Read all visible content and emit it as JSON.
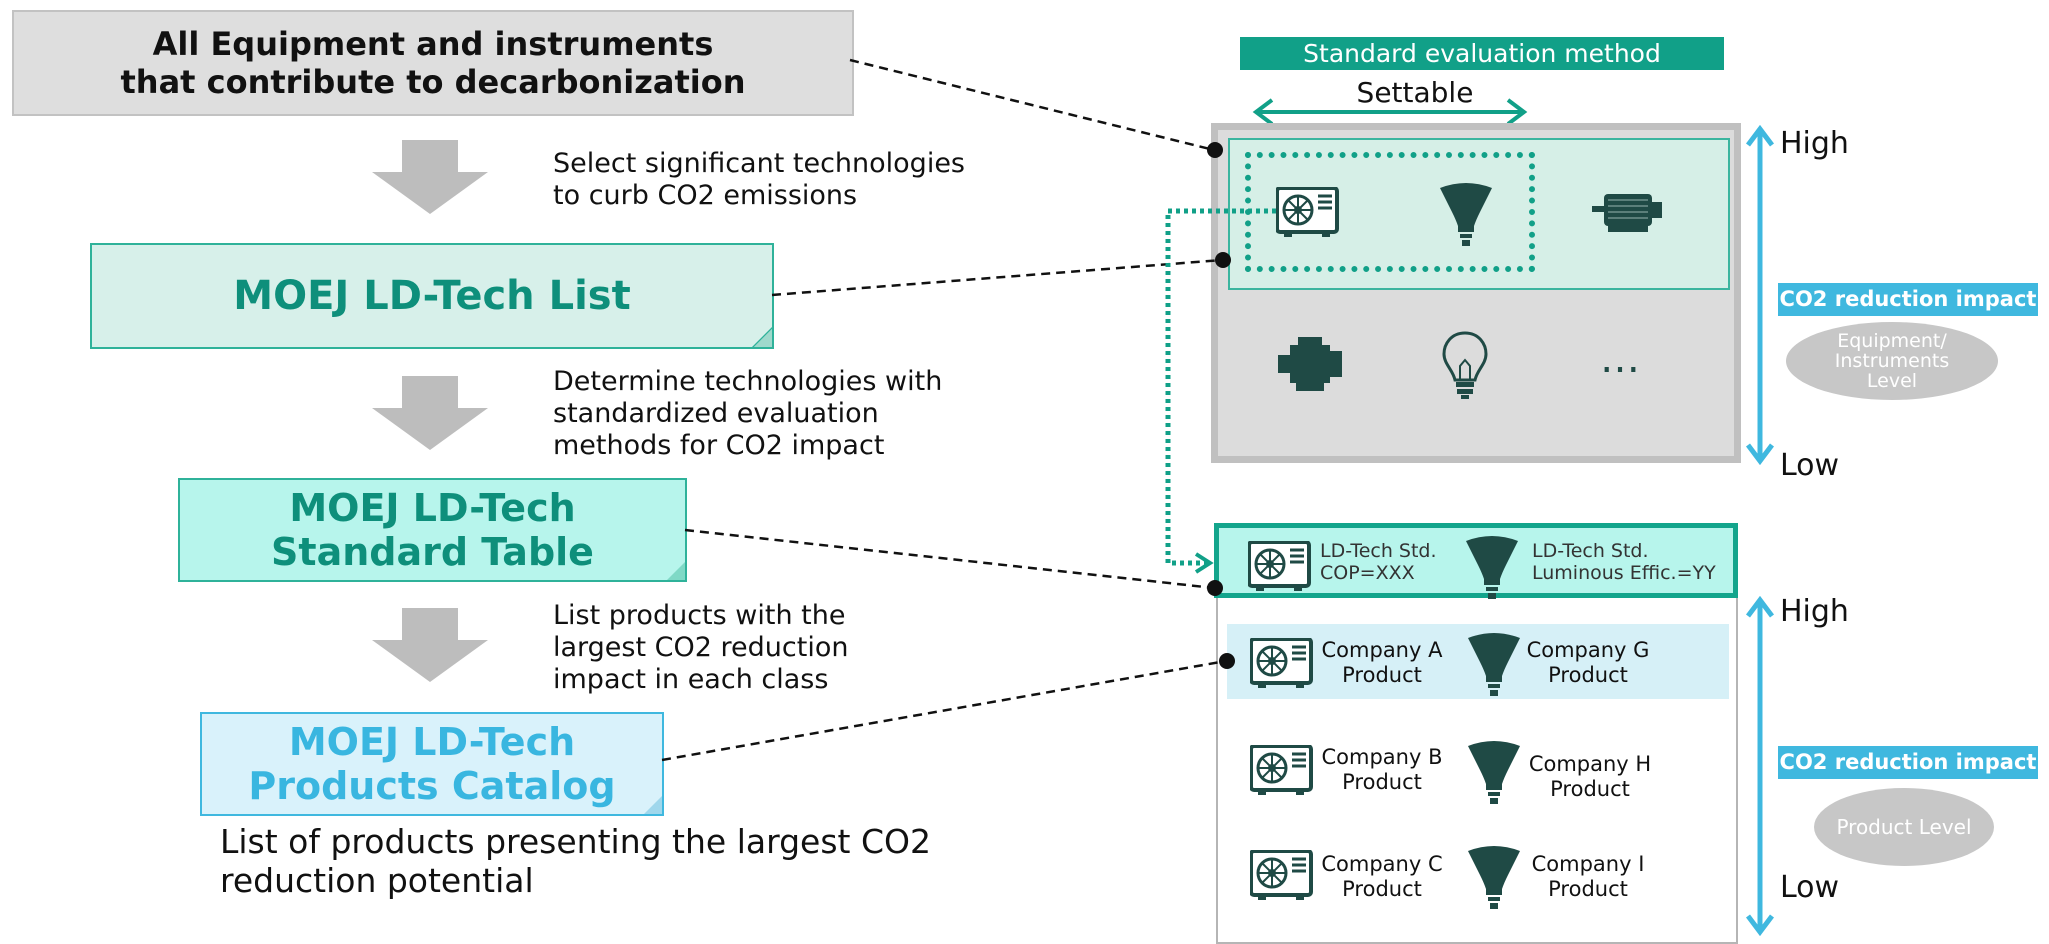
{
  "left": {
    "top_box_line1": "All Equipment and instruments",
    "top_box_line2": "that contribute to decarbonization",
    "step1_line1": "Select significant technologies",
    "step1_line2": "to curb CO2 emissions",
    "list_box": "MOEJ LD-Tech List",
    "step2_line1": "Determine technologies with",
    "step2_line2": "standardized evaluation",
    "step2_line3": "methods for CO2 impact",
    "std_line1": "MOEJ LD-Tech",
    "std_line2": "Standard Table",
    "step3_line1": "List products with the",
    "step3_line2": "largest CO2 reduction",
    "step3_line3": "impact in each class",
    "cat_line1": "MOEJ LD-Tech",
    "cat_line2": "Products Catalog",
    "footer_line1": "List of products presenting the largest CO2",
    "footer_line2": "reduction potential"
  },
  "right": {
    "header": "Standard evaluation method",
    "settable": "Settable",
    "top_high": "High",
    "top_low": "Low",
    "top_badge": "CO2 reduction impact",
    "top_ellipse_line1": "Equipment/",
    "top_ellipse_line2": "Instruments",
    "top_ellipse_line3": "Level",
    "ellipsis": "…",
    "std_ac_line1": "LD-Tech Std.",
    "std_ac_line2": "COP=XXX",
    "std_lamp_line1": "LD-Tech Std.",
    "std_lamp_line2": "Luminous Effic.=YY",
    "bottom_high": "High",
    "bottom_low": "Low",
    "bottom_badge": "CO2 reduction impact",
    "bottom_ellipse": "Product Level",
    "products": [
      {
        "ac_line1": "Company A",
        "ac_line2": "Product",
        "lamp_line1": "Company G",
        "lamp_line2": "Product"
      },
      {
        "ac_line1": "Company B",
        "ac_line2": "Product",
        "lamp_line1": "Company H",
        "lamp_line2": "Product"
      },
      {
        "ac_line1": "Company C",
        "ac_line2": "Product",
        "lamp_line1": "Company I",
        "lamp_line2": "Product"
      }
    ]
  },
  "colors": {
    "teal_dark": "#11a088",
    "teal_text": "#0e8f7b",
    "cyan": "#3fb8df",
    "icon": "#1f4a45",
    "gray": "#c0c0c0"
  },
  "icons": [
    "air-conditioner-icon",
    "spotlight-lamp-icon",
    "motor-icon",
    "engine-icon",
    "light-bulb-icon"
  ]
}
